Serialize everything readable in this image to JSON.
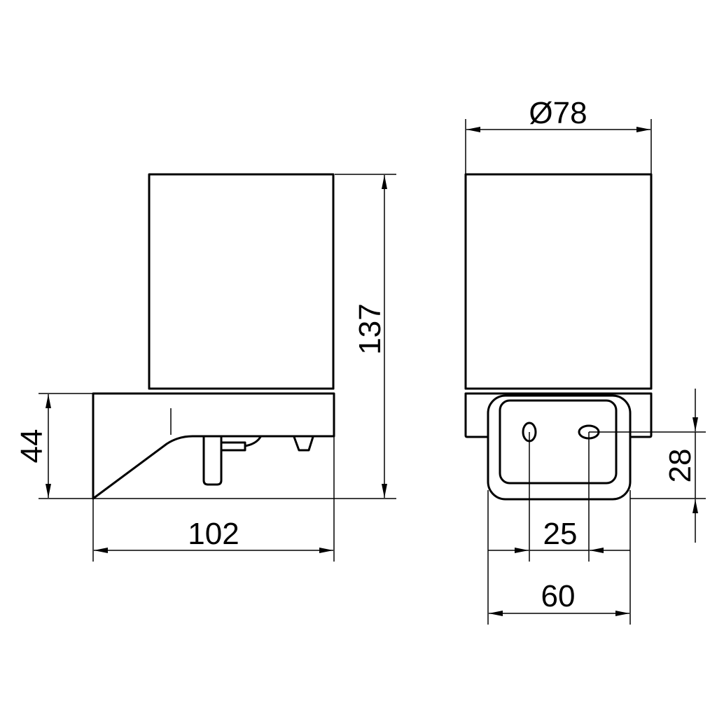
{
  "drawing": {
    "side_view": {
      "height_total": "137",
      "bracket_height": "44",
      "depth": "102"
    },
    "front_view": {
      "diameter": "Ø78",
      "hole_vertical_offset": "28",
      "hole_spacing": "25",
      "plate_width": "60"
    },
    "line_color": "#000000"
  }
}
